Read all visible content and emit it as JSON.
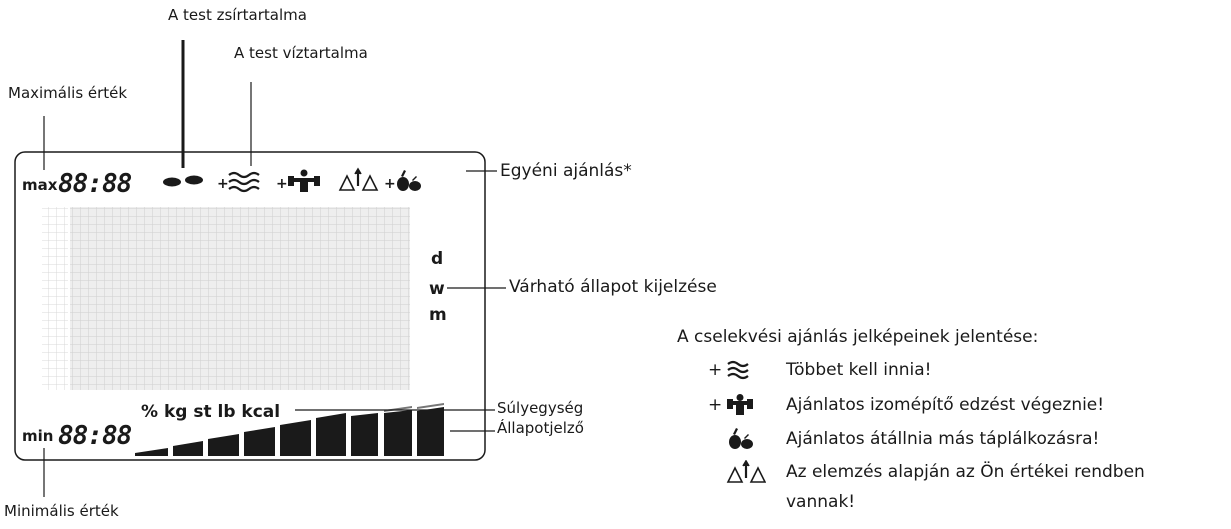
{
  "labels": {
    "fat": "A test zsírtartalma",
    "water": "A test víztartalma",
    "max_value": "Maximális érték",
    "recommendation": "Egyéni ajánlás*",
    "forecast": "Várható állapot kijelzése",
    "unit": "Súlyegység",
    "status": "Állapotjelző",
    "min_value": "Minimális érték"
  },
  "display": {
    "max_prefix": "max",
    "max_digits": "88:88",
    "min_prefix": "min",
    "min_digits": "88:88",
    "units": "% kg st lb kcal",
    "period_d": "d",
    "period_w": "w",
    "period_m": "m",
    "plus": "+"
  },
  "legend": {
    "title": "A cselekvési ajánlás jelképeinek jelentése:",
    "items": [
      {
        "plus": "+",
        "icon": "water-waves-icon",
        "text": "Többet kell innia!"
      },
      {
        "plus": "+",
        "icon": "muscle-icon",
        "text": "Ajánlatos izomépítő edzést végeznie!"
      },
      {
        "plus": "",
        "icon": "apple-pear-icon",
        "text": "Ajánlatos átállnia más táplálkozásra!"
      },
      {
        "plus": "",
        "icon": "balance-icon",
        "text": "Az elemzés alapján az Ön értékei rendben"
      }
    ],
    "continuation": "vannak!"
  },
  "colors": {
    "ink": "#1a1a1a",
    "grid": "#cfcfcf",
    "panel": "#eeeeee"
  }
}
